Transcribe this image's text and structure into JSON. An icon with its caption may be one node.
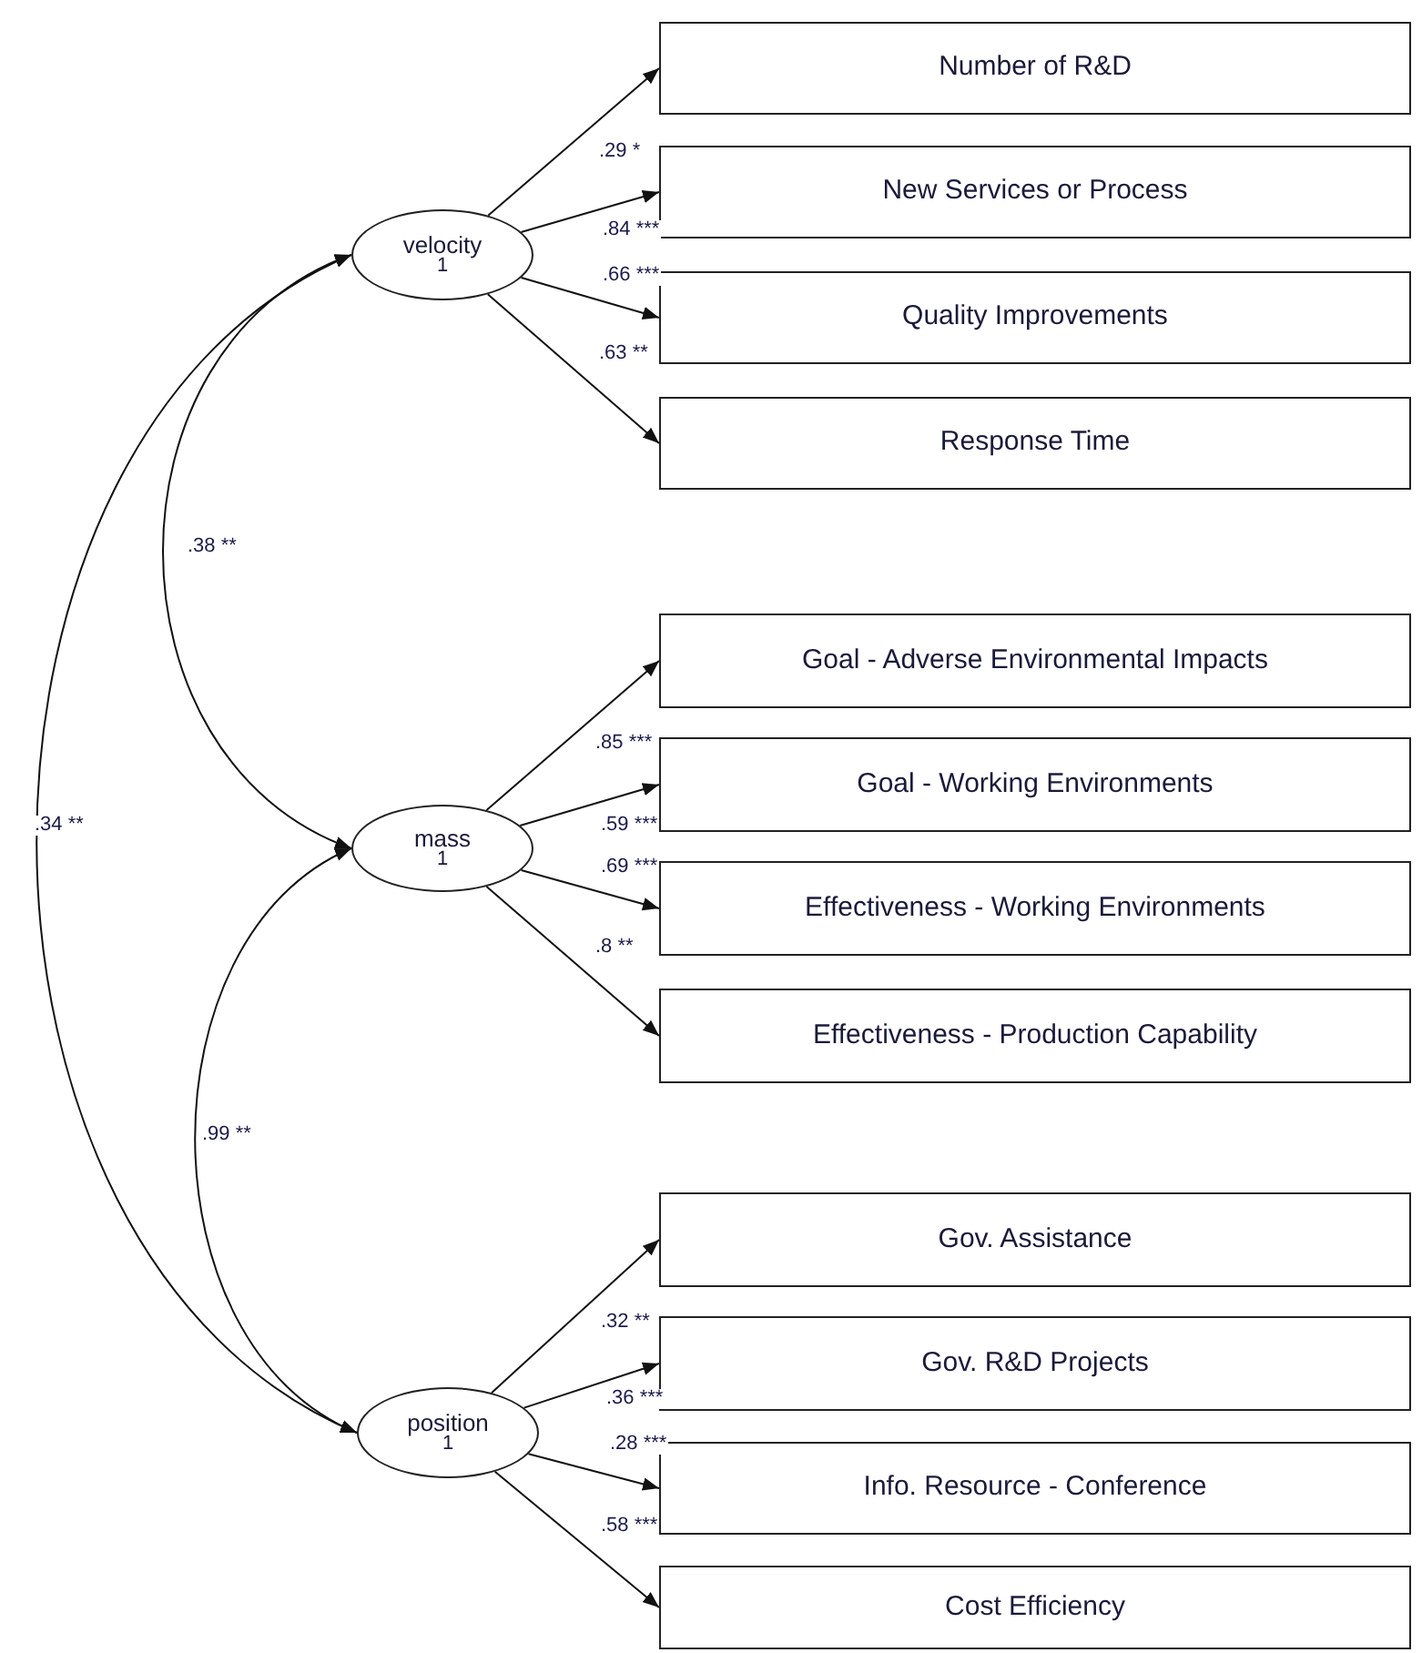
{
  "diagram": {
    "nodes": [
      {
        "text": [
          "velocity",
          "1"
        ]
      },
      {
        "text": [
          "Number of R&D"
        ]
      },
      {
        "text": [
          "New Services or Process"
        ]
      },
      {
        "text": [
          "Quality Improvements"
        ]
      },
      {
        "text": [
          "Response Time"
        ]
      },
      {
        "text": [
          "mass",
          "1"
        ]
      },
      {
        "text": [
          "Goal - Adverse Environmental Impacts"
        ]
      },
      {
        "text": [
          "Goal - Working Environments"
        ]
      },
      {
        "text": [
          "Effectiveness - Working Environments"
        ]
      },
      {
        "text": [
          "Effectiveness - Production Capability"
        ]
      },
      {
        "text": [
          "position",
          "1"
        ]
      },
      {
        "text": [
          "Gov. Assistance"
        ]
      },
      {
        "text": [
          "Gov. R&D Projects"
        ]
      },
      {
        "text": [
          "Info. Resource - Conference"
        ]
      },
      {
        "text": [
          "Cost Efficiency"
        ]
      }
    ],
    "edges": [
      {
        "from": 0,
        "to": 1,
        "arrow": "to",
        "label": ".29 *"
      },
      {
        "from": 0,
        "to": 2,
        "arrow": "to",
        "label": ".84 ***"
      },
      {
        "from": 0,
        "to": 3,
        "arrow": "to",
        "label": ".66 ***"
      },
      {
        "from": 0,
        "to": 4,
        "arrow": "to",
        "label": ".63 **"
      },
      {
        "from": 5,
        "to": 6,
        "arrow": "to",
        "label": ".85 ***"
      },
      {
        "from": 5,
        "to": 7,
        "arrow": "to",
        "label": ".59 ***"
      },
      {
        "from": 5,
        "to": 8,
        "arrow": "to",
        "label": ".69 ***"
      },
      {
        "from": 5,
        "to": 9,
        "arrow": "to",
        "label": ".8 **"
      },
      {
        "from": 10,
        "to": 11,
        "arrow": "to",
        "label": ".32 **"
      },
      {
        "from": 10,
        "to": 12,
        "arrow": "to",
        "label": ".36 ***"
      },
      {
        "from": 10,
        "to": 13,
        "arrow": "to",
        "label": ".28 ***"
      },
      {
        "from": 10,
        "to": 14,
        "arrow": "to",
        "label": ".58 ***"
      },
      {
        "from": 0,
        "to": 5,
        "arrow": "both",
        "label": ".38 **"
      },
      {
        "from": 0,
        "to": 10,
        "arrow": "both",
        "label": ".34 **"
      },
      {
        "from": 5,
        "to": 10,
        "arrow": "both",
        "label": ".99 **"
      }
    ]
  }
}
